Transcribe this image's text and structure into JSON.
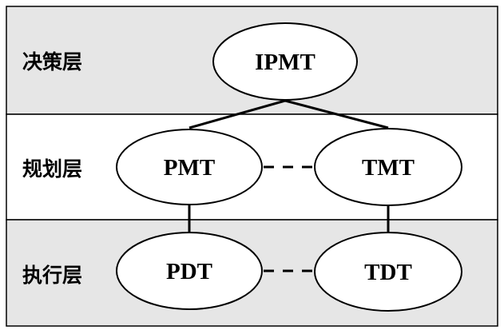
{
  "layers": {
    "decision": {
      "label": "决策层",
      "fill": "#e6e6e6"
    },
    "planning": {
      "label": "规划层",
      "fill": "#ffffff"
    },
    "execution": {
      "label": "执行层",
      "fill": "#e6e6e6"
    }
  },
  "nodes": {
    "ipmt": "IPMT",
    "pmt": "PMT",
    "tmt": "TMT",
    "pdt": "PDT",
    "tdt": "TDT"
  },
  "connections": [
    {
      "from": "IPMT",
      "to": "PMT",
      "style": "solid"
    },
    {
      "from": "IPMT",
      "to": "TMT",
      "style": "solid"
    },
    {
      "from": "PMT",
      "to": "TMT",
      "style": "dashed"
    },
    {
      "from": "PMT",
      "to": "PDT",
      "style": "solid"
    },
    {
      "from": "TMT",
      "to": "TDT",
      "style": "solid"
    },
    {
      "from": "PDT",
      "to": "TDT",
      "style": "dashed"
    }
  ]
}
